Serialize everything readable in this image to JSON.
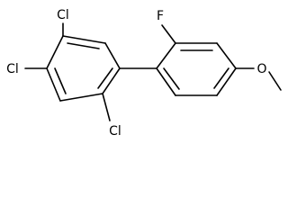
{
  "molecule": {
    "labels": {
      "cl_top": "Cl",
      "cl_left": "Cl",
      "cl_bottom": "Cl",
      "fluorine": "F",
      "oxygen": "O"
    },
    "colors": {
      "bond": "#000000",
      "text": "#000000",
      "background": "#ffffff"
    }
  }
}
